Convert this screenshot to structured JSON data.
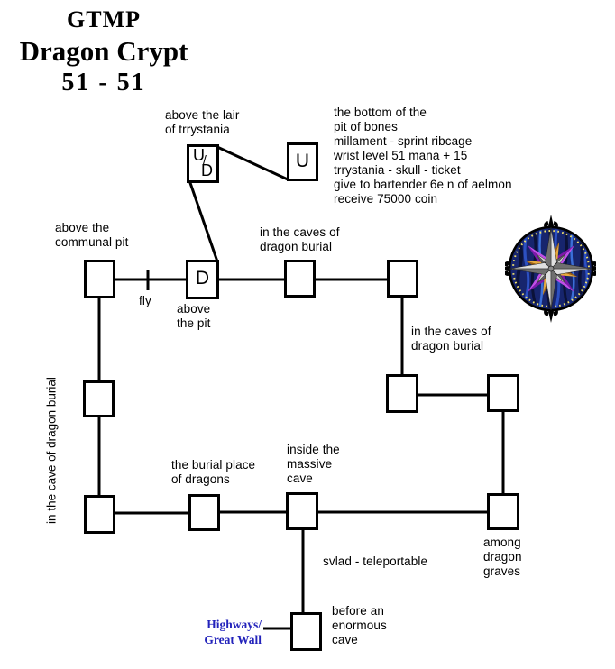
{
  "title": {
    "lines": [
      "GTMP",
      "Dragon Crypt",
      "51 - 51"
    ]
  },
  "notes": {
    "text": "the bottom of the\npit of bones\nmillament - sprint ribcage\nwrist level 51  mana + 15\ntrrystania  - skull - ticket\ngive to bartender 6e n of aelmon\nreceive 75000 coin"
  },
  "rooms": {
    "up_down": {
      "u": "U",
      "slash": "/",
      "d": "D"
    },
    "up": {
      "label": "U"
    },
    "down": {
      "label": "D"
    }
  },
  "labels": {
    "lair": "above the lair\nof trrystania",
    "communal_pit": "above the\ncommunal pit",
    "fly": "fly",
    "above_pit": "above\nthe pit",
    "caves_of_dragon_burial_1": "in  the caves of\ndragon burial",
    "caves_of_dragon_burial_2": "in the caves of\ndragon burial",
    "cave_of_dragon_burial_rotated": "in the cave of dragon burial",
    "burial_place": "the burial place\nof dragons",
    "inside_massive_cave": "inside the\nmassive\ncave",
    "among_dragon_graves": "among\ndragon\ngraves",
    "svlad": "svlad - teleportable",
    "before_enormous_cave": "before an\nenormous\ncave",
    "highways_great_wall": "Highways/\nGreat Wall"
  },
  "colors": {
    "ink": "#000000",
    "link_blue": "#2323bb",
    "compass_navy": "#17256d",
    "compass_purple_light": "#c14ee8",
    "compass_purple_dark": "#7c18aa",
    "compass_orange_light": "#e8a93c",
    "compass_orange_dark": "#9a5f10",
    "compass_silver_light": "#e0e0e0",
    "compass_silver_dark": "#6f6f6f",
    "compass_dot_yellow": "#f2e26a"
  }
}
